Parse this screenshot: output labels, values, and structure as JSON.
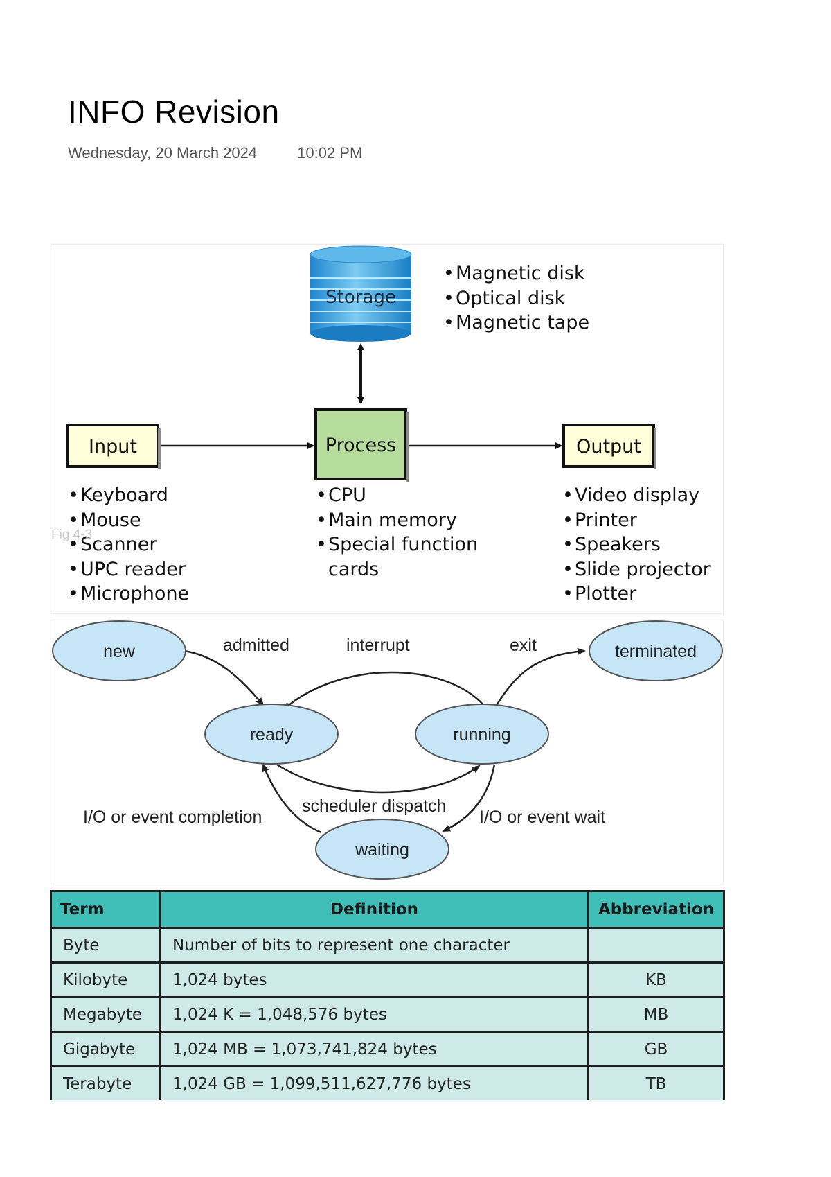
{
  "page": {
    "title": "INFO Revision",
    "date": "Wednesday, 20 March 2024",
    "time": "10:02 PM"
  },
  "ipo_diagram": {
    "storage": {
      "label": "Storage",
      "items": [
        "Magnetic disk",
        "Optical disk",
        "Magnetic tape"
      ]
    },
    "input": {
      "label": "Input",
      "items": [
        "Keyboard",
        "Mouse",
        "Scanner",
        "UPC reader",
        "Microphone"
      ]
    },
    "process": {
      "label": "Process",
      "items": [
        "CPU",
        "Main memory",
        "Special function",
        "cards"
      ]
    },
    "output": {
      "label": "Output",
      "items": [
        "Video display",
        "Printer",
        "Speakers",
        "Slide projector",
        "Plotter"
      ]
    },
    "fig_label": "Fig 4-3",
    "colors": {
      "input_box": "#ffffd9",
      "process_box": "#b7dd9c",
      "output_box": "#ffffd9",
      "storage": "#3aa7e3"
    }
  },
  "state_diagram": {
    "states": {
      "new": "new",
      "ready": "ready",
      "running": "running",
      "waiting": "waiting",
      "terminated": "terminated"
    },
    "transitions": {
      "admitted": "admitted",
      "interrupt": "interrupt",
      "exit": "exit",
      "scheduler_dispatch": "scheduler dispatch",
      "io_wait": "I/O or event wait",
      "io_completion": "I/O or event completion"
    },
    "colors": {
      "state_fill": "#c6e6f8",
      "state_stroke": "#555555"
    }
  },
  "table": {
    "headers": [
      "Term",
      "Definition",
      "Abbreviation"
    ],
    "rows": [
      [
        "Byte",
        "Number of bits to represent one character",
        ""
      ],
      [
        "Kilobyte",
        "1,024 bytes",
        "KB"
      ],
      [
        "Megabyte",
        "1,024 K = 1,048,576 bytes",
        "MB"
      ],
      [
        "Gigabyte",
        "1,024 MB = 1,073,741,824 bytes",
        "GB"
      ],
      [
        "Terabyte",
        "1,024 GB = 1,099,511,627,776 bytes",
        "TB"
      ]
    ],
    "colors": {
      "header_bg": "#3fbfb8",
      "row_bg": "#cde9e8"
    }
  }
}
